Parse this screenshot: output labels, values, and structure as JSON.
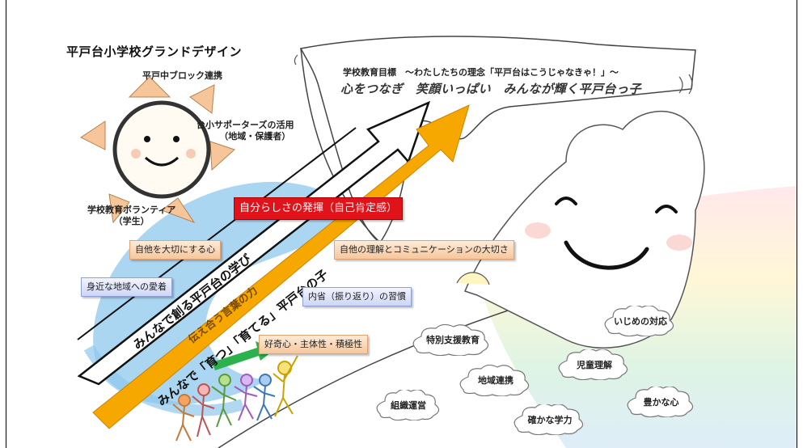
{
  "title": "平戸台小学校グランドデザイン",
  "sun_labels": {
    "top": "平戸中ブロック連携",
    "right_line1": "台小サポーターズの活用",
    "right_line2": "（地域・保護者）",
    "left_line1": "学校教育ボランティア",
    "left_line2": "（学生）"
  },
  "banner": {
    "goal": "学校教育目標　～わたしたちの理念「平戸台はこうじゃなきゃ！」～",
    "motto": "心をつなぎ　笑顔いっぱい　みんなが輝く平戸台っ子"
  },
  "arrow_texts": {
    "line1": "みんなで創る平戸台の学び",
    "line2": "伝え合う言葉の力",
    "line3": "みんなで「育つ」「育てる」平戸台の子"
  },
  "boxes": {
    "self_esteem": "自分らしさの発揮（自己肯定感）",
    "respect": "自他を大切にする心",
    "communication": "自他の理解とコミュニケーションの大切さ",
    "community": "身近な地域への愛着",
    "reflection": "内省（振り返り）の習慣",
    "curiosity": "好奇心・主体性・積極性"
  },
  "clouds": {
    "bullying": "いじめの対応",
    "special_support": "特別支援教育",
    "child_understanding": "児童理解",
    "community_link": "地域連携",
    "organization": "組織運営",
    "rich_heart": "豊かな心",
    "academic": "確かな学力"
  },
  "colors": {
    "arrow_orange": "#f7a800",
    "red_box": "#e0121a",
    "ribbon_blue": "#8fc8ec",
    "sun_orange": "#f2b27a"
  }
}
